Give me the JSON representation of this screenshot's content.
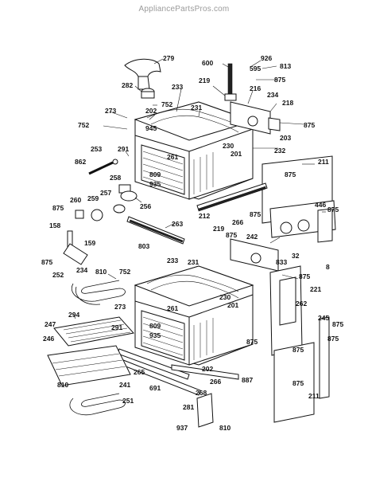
{
  "watermark": "AppliancePartsPros.com",
  "part_labels": {
    "p279": "279",
    "p282": "282",
    "p233a": "233",
    "p752a": "752",
    "p231a": "231",
    "p273a": "273",
    "p202a": "202",
    "p945": "945",
    "p752b": "752",
    "p291a": "291",
    "p261a": "261",
    "p253": "253",
    "p862": "862",
    "p258": "258",
    "p809a": "809",
    "p935a": "935",
    "p260": "260",
    "p259": "259",
    "p257": "257",
    "p256": "256",
    "p875a": "875",
    "p600": "600",
    "p926": "926",
    "p813": "813",
    "p595": "595",
    "p875b": "875",
    "p219a": "219",
    "p216": "216",
    "p234": "234",
    "p218": "218",
    "p875c": "875",
    "p203": "203",
    "p230a": "230",
    "p201a": "201",
    "p232": "232",
    "p211a": "211",
    "p875d": "875",
    "p212": "212",
    "p266a": "266",
    "p875e": "875",
    "p446": "446",
    "p875f": "875",
    "p263": "263",
    "p803": "803",
    "p158": "158",
    "p159": "159",
    "p875g": "875",
    "p234b": "234",
    "p219b": "219",
    "p875h": "875",
    "p242": "242",
    "p32": "32",
    "p8": "8",
    "p833": "833",
    "p875i": "875",
    "p252": "252",
    "p810a": "810",
    "p752c": "752",
    "p233b": "233",
    "p231b": "231",
    "p221": "221",
    "p262": "262",
    "p230b": "230",
    "p201b": "201",
    "p273b": "273",
    "p261b": "261",
    "p294": "294",
    "p291b": "291",
    "p809b": "809",
    "p935b": "935",
    "p247": "247",
    "p246": "246",
    "p245": "245",
    "p875j": "875",
    "p875k": "875",
    "p875l": "875",
    "p875m": "875",
    "p265": "265",
    "p202b": "202",
    "p266b": "266",
    "p887": "887",
    "p241": "241",
    "p691": "691",
    "p268": "268",
    "p875n": "875",
    "p211b": "211",
    "p810b": "810",
    "p251": "251",
    "p281": "281",
    "p937": "937",
    "p810c": "810"
  }
}
